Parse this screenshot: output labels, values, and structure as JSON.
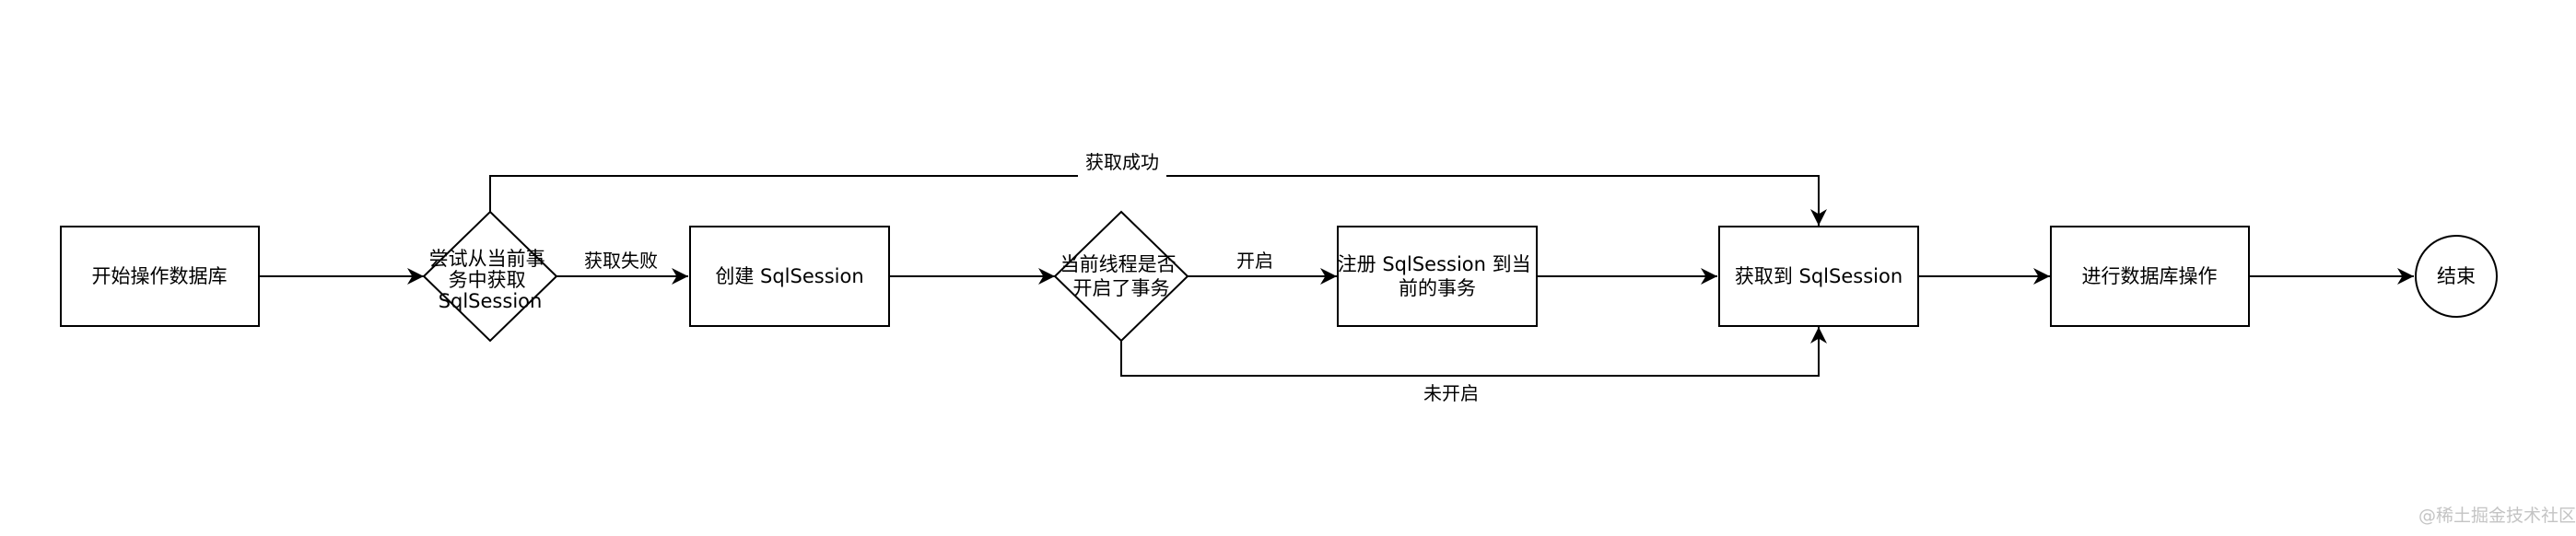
{
  "nodes": {
    "start": {
      "label": "开始操作数据库"
    },
    "try_get": {
      "label_lines": [
        "尝试从当前事",
        "务中获取",
        "SqlSession"
      ]
    },
    "create": {
      "label": "创建 SqlSession"
    },
    "check_tx": {
      "label_lines": [
        "当前线程是否",
        "开启了事务"
      ]
    },
    "register": {
      "label_lines": [
        "注册 SqlSession 到当",
        "前的事务"
      ]
    },
    "got": {
      "label": "获取到 SqlSession"
    },
    "db_op": {
      "label": "进行数据库操作"
    },
    "end": {
      "label": "结束"
    }
  },
  "edges": {
    "get_success": "获取成功",
    "get_fail": "获取失败",
    "tx_open": "开启",
    "tx_not_open": "未开启"
  },
  "watermark": "@稀土掘金技术社区",
  "colors": {
    "stroke": "#000000",
    "fill": "#ffffff",
    "watermark": "#c4c4c4"
  }
}
